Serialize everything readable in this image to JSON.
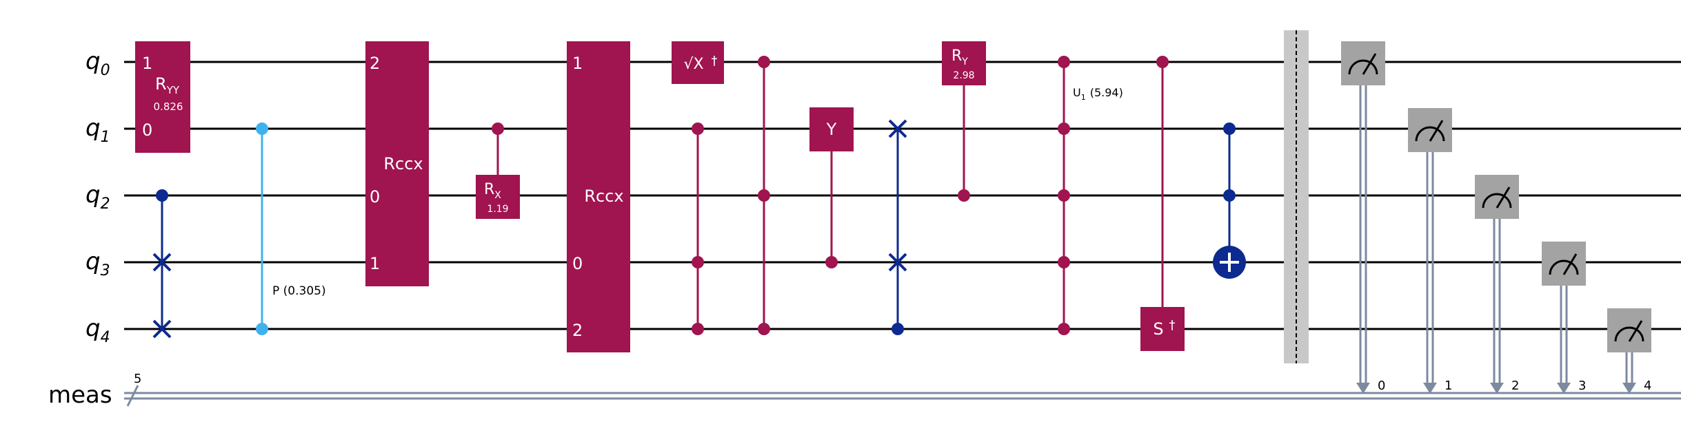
{
  "colors": {
    "gate": "#a0144f",
    "swap": "#0c2a8f",
    "phase": "#3fb2ee",
    "measure": "#a3a3a3",
    "barrier": "#c8c8c8",
    "classical": "#7c8aa0",
    "wire": "#000000"
  },
  "wires": {
    "qubits": [
      {
        "prefix": "q",
        "sub": "0"
      },
      {
        "prefix": "q",
        "sub": "1"
      },
      {
        "prefix": "q",
        "sub": "2"
      },
      {
        "prefix": "q",
        "sub": "3"
      },
      {
        "prefix": "q",
        "sub": "4"
      }
    ],
    "classical": {
      "label": "meas",
      "size": "5"
    }
  },
  "gates": {
    "ryy": {
      "name": "R",
      "sub": "YY",
      "param": "0.826",
      "pin_a": "1",
      "pin_b": "0"
    },
    "swap1": {
      "name": "swap-gate"
    },
    "cp": {
      "label": "P (0.305)"
    },
    "rccx1": {
      "name": "Rccx",
      "pins": [
        "2",
        "0",
        "1"
      ]
    },
    "crx": {
      "name": "R",
      "sub": "X",
      "param": "1.19"
    },
    "rccx2": {
      "name": "Rccx",
      "pins": [
        "1",
        "0",
        "2"
      ]
    },
    "sxdg": {
      "name": "√X",
      "dag": "†"
    },
    "ccz": {
      "name": "controlled-z"
    },
    "c3z": {
      "name": "controlled-z"
    },
    "cy": {
      "name": "Y"
    },
    "cswap": {
      "name": "controlled-swap"
    },
    "cry": {
      "name": "R",
      "sub": "Y",
      "param": "2.98"
    },
    "cu1": {
      "name": "U",
      "sub": "1",
      "param": "(5.94)"
    },
    "csdg": {
      "name": "S",
      "dag": "†"
    },
    "ccx": {
      "name": "toffoli"
    },
    "measures": [
      "0",
      "1",
      "2",
      "3",
      "4"
    ]
  }
}
